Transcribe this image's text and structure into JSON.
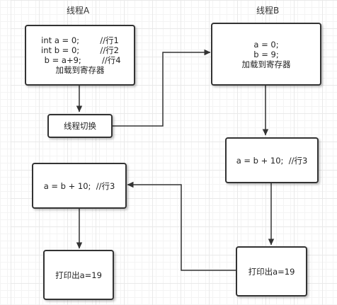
{
  "diagram": {
    "lanes": [
      {
        "title": "线程A"
      },
      {
        "title": "线程B"
      }
    ],
    "nodes": {
      "a_init": {
        "lines": [
          "int a = 0;        //行1",
          "int b = 0;        //行2",
          "  b = a+9;        //行4",
          "加载到寄存器"
        ]
      },
      "a_switch": {
        "label": "线程切换"
      },
      "b_init": {
        "lines": [
          "a = 0;",
          "b = 9;",
          "加载到寄存器"
        ]
      },
      "b_assign": {
        "label": "a = b + 10;  //行3"
      },
      "b_print": {
        "label": "打印出a=19"
      },
      "a_assign": {
        "label": "a = b + 10;  //行3"
      },
      "a_print": {
        "label": "打印出a=19"
      }
    },
    "colors": {
      "stroke": "#333333",
      "text": "#222222",
      "grid": "#e9e9e9"
    }
  }
}
